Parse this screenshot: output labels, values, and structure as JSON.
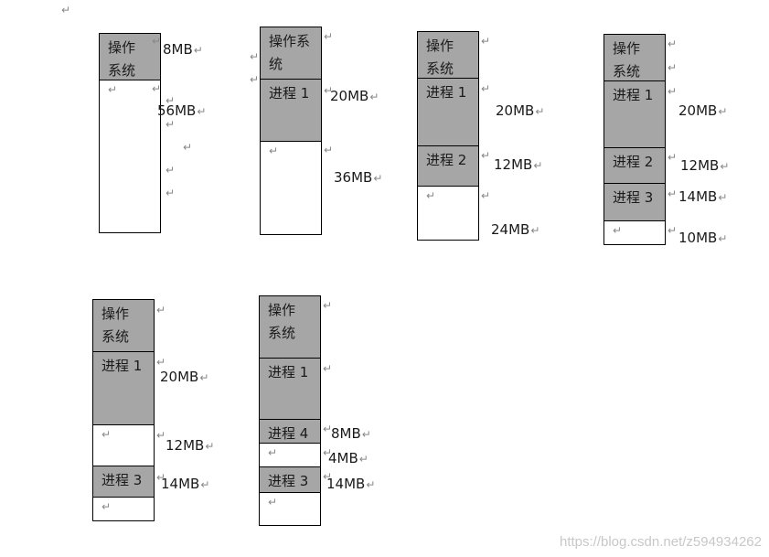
{
  "return_mark": "↵",
  "watermark": "https://blog.csdn.net/z594934262",
  "diagrams": [
    {
      "segments": [
        {
          "label": "操作\n系统",
          "filled": true
        },
        {
          "label": "",
          "filled": false
        }
      ],
      "sizes": [
        "8MB",
        "56MB"
      ]
    },
    {
      "segments": [
        {
          "label": "操作系\n统",
          "filled": true
        },
        {
          "label": "进程 1",
          "filled": true
        },
        {
          "label": "",
          "filled": false
        }
      ],
      "sizes": [
        "20MB",
        "36MB"
      ]
    },
    {
      "segments": [
        {
          "label": "操作\n系统",
          "filled": true
        },
        {
          "label": "进程 1",
          "filled": true
        },
        {
          "label": "进程 2",
          "filled": true
        },
        {
          "label": "",
          "filled": false
        }
      ],
      "sizes": [
        "20MB",
        "12MB",
        "24MB"
      ]
    },
    {
      "segments": [
        {
          "label": "操作\n系统",
          "filled": true
        },
        {
          "label": "进程 1",
          "filled": true
        },
        {
          "label": "进程 2",
          "filled": true
        },
        {
          "label": "进程 3",
          "filled": true
        },
        {
          "label": "",
          "filled": false
        }
      ],
      "sizes": [
        "20MB",
        "12MB",
        "14MB",
        "10MB"
      ]
    },
    {
      "segments": [
        {
          "label": "操作\n系统",
          "filled": true
        },
        {
          "label": "进程 1",
          "filled": true
        },
        {
          "label": "",
          "filled": false
        },
        {
          "label": "进程 3",
          "filled": true
        },
        {
          "label": "",
          "filled": false
        }
      ],
      "sizes": [
        "20MB",
        "12MB",
        "14MB"
      ]
    },
    {
      "segments": [
        {
          "label": "操作\n系统",
          "filled": true
        },
        {
          "label": "进程 1",
          "filled": true
        },
        {
          "label": "进程 4",
          "filled": true
        },
        {
          "label": "",
          "filled": false
        },
        {
          "label": "进程 3",
          "filled": true
        },
        {
          "label": "",
          "filled": false
        }
      ],
      "sizes": [
        "8MB",
        "4MB",
        "14MB"
      ]
    }
  ]
}
